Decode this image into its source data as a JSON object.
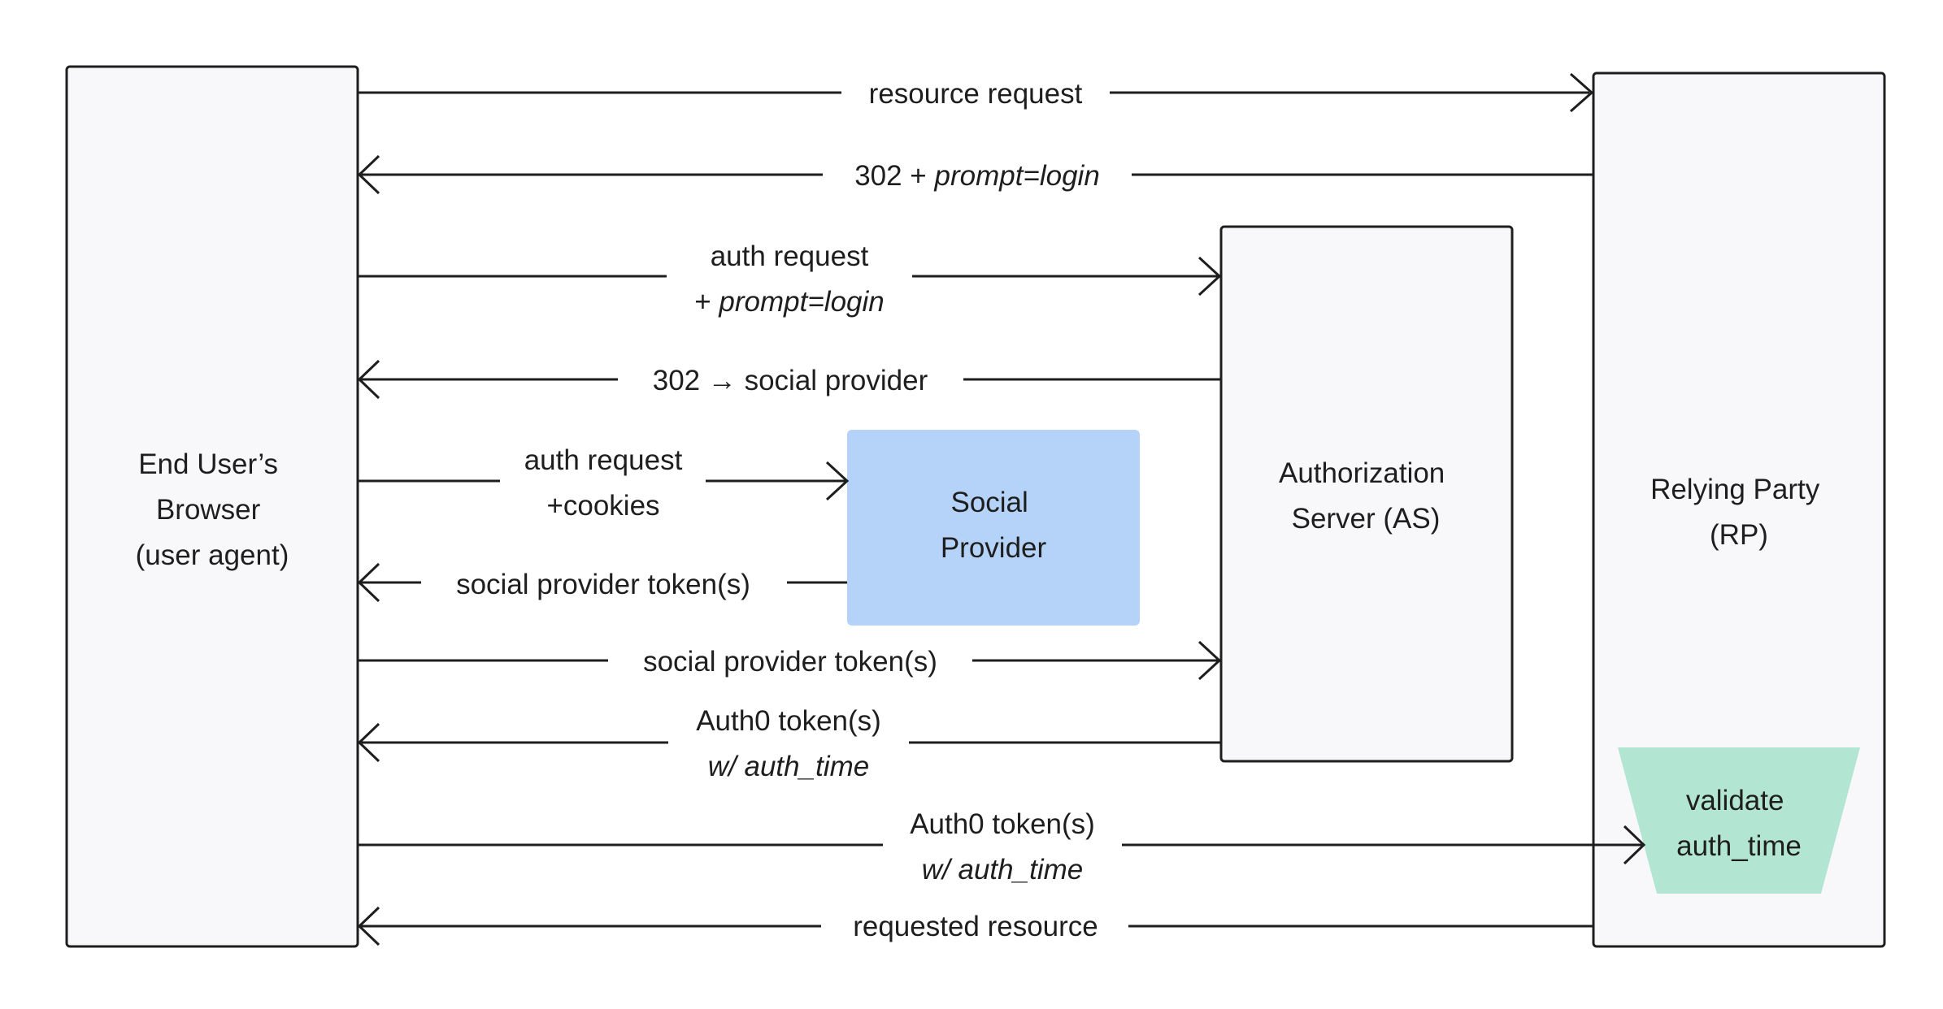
{
  "colors": {
    "stroke": "#1e1e1e",
    "actor_fill": "#f8f8fa",
    "social_fill": "#b5d3f8",
    "validate_fill": "#b3e6d2"
  },
  "actors": {
    "browser": [
      "End User’s",
      "Browser",
      "(user agent)"
    ],
    "social": [
      "Social",
      "Provider"
    ],
    "as": [
      "Authorization",
      "Server (AS)"
    ],
    "rp": [
      "Relying Party",
      "(RP)"
    ],
    "validate": [
      "validate",
      "auth_time"
    ]
  },
  "messages": [
    {
      "label": "resource request"
    },
    {
      "label": "302 + ",
      "label_italic": "prompt=login"
    },
    {
      "label": "auth request",
      "label2_prefix": "+ ",
      "label2_italic": "prompt=login"
    },
    {
      "label": "302 → social provider"
    },
    {
      "label": "auth request",
      "label2": "+cookies"
    },
    {
      "label": "social provider token(s)"
    },
    {
      "label": "social provider token(s)"
    },
    {
      "label": "Auth0 token(s)",
      "label2_italic": "w/ auth_time"
    },
    {
      "label": "Auth0 token(s)",
      "label2_italic": "w/ auth_time"
    },
    {
      "label": "requested resource"
    }
  ]
}
